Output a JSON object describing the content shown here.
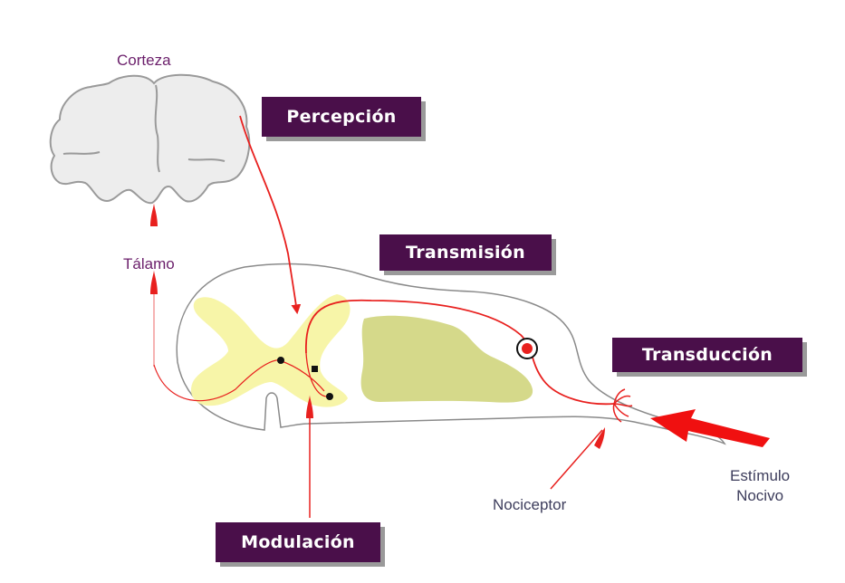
{
  "labels": {
    "cortex": "Corteza",
    "thalamus": "Tálamo",
    "nociceptor": "Nociceptor",
    "stimulus_line1": "Estímulo",
    "stimulus_line2": "Nocivo"
  },
  "stages": {
    "perception": "Percepción",
    "transmission": "Transmisión",
    "transduction": "Transducción",
    "modulation": "Modulación"
  },
  "colors": {
    "tag_background": "#4a0f4a",
    "nerve_red": "#e8201e",
    "grey_matter": "#f7f5a8",
    "white_matter_tract": "#d5d98a"
  }
}
